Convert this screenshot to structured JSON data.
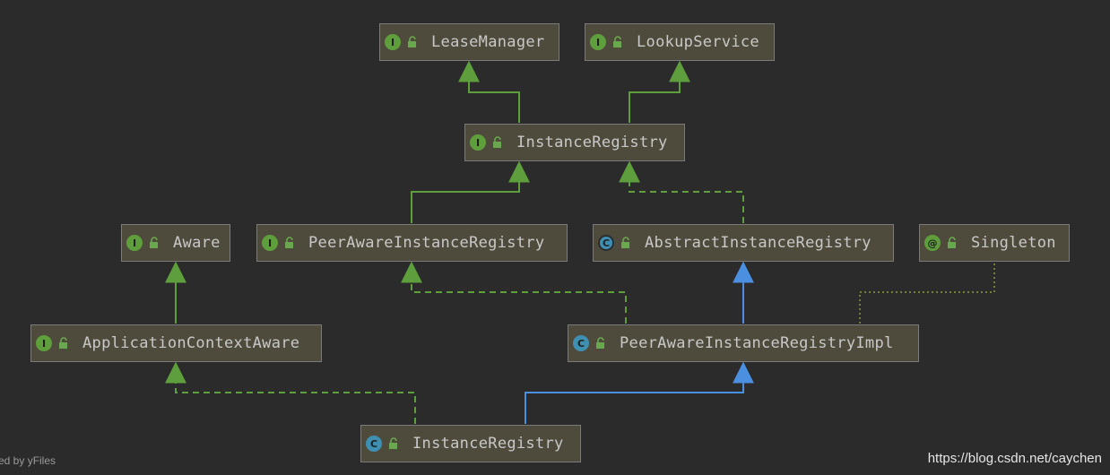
{
  "colors": {
    "background": "#2b2b2b",
    "node_fill": "#4f4b3c",
    "node_border": "#7a7a7a",
    "interface_edge": "#5e9e3c",
    "class_edge": "#4a8fe0",
    "annotation_edge": "#8a9a3a"
  },
  "nodes": {
    "lease_manager": {
      "label": "LeaseManager",
      "kind": "interface",
      "kind_glyph": "I"
    },
    "lookup_service": {
      "label": "LookupService",
      "kind": "interface",
      "kind_glyph": "I"
    },
    "instance_registry_iface": {
      "label": "InstanceRegistry",
      "kind": "interface",
      "kind_glyph": "I"
    },
    "aware": {
      "label": "Aware",
      "kind": "interface",
      "kind_glyph": "I"
    },
    "peer_aware_instance_registry": {
      "label": "PeerAwareInstanceRegistry",
      "kind": "interface",
      "kind_glyph": "I"
    },
    "abstract_instance_registry": {
      "label": "AbstractInstanceRegistry",
      "kind": "abstract-class",
      "kind_glyph": "C"
    },
    "singleton": {
      "label": "Singleton",
      "kind": "annotation",
      "kind_glyph": "@"
    },
    "application_context_aware": {
      "label": "ApplicationContextAware",
      "kind": "interface",
      "kind_glyph": "I"
    },
    "peer_aware_instance_registry_impl": {
      "label": "PeerAwareInstanceRegistryImpl",
      "kind": "class",
      "kind_glyph": "C"
    },
    "instance_registry_class": {
      "label": "InstanceRegistry",
      "kind": "class",
      "kind_glyph": "C"
    }
  },
  "edges": [
    {
      "from": "instance_registry_iface",
      "to": "lease_manager",
      "type": "extends-interface"
    },
    {
      "from": "instance_registry_iface",
      "to": "lookup_service",
      "type": "extends-interface"
    },
    {
      "from": "peer_aware_instance_registry",
      "to": "instance_registry_iface",
      "type": "extends-interface"
    },
    {
      "from": "abstract_instance_registry",
      "to": "instance_registry_iface",
      "type": "implements"
    },
    {
      "from": "application_context_aware",
      "to": "aware",
      "type": "extends-interface"
    },
    {
      "from": "peer_aware_instance_registry_impl",
      "to": "peer_aware_instance_registry",
      "type": "implements"
    },
    {
      "from": "peer_aware_instance_registry_impl",
      "to": "abstract_instance_registry",
      "type": "extends-class"
    },
    {
      "from": "peer_aware_instance_registry_impl",
      "to": "singleton",
      "type": "annotated-with"
    },
    {
      "from": "instance_registry_class",
      "to": "application_context_aware",
      "type": "implements"
    },
    {
      "from": "instance_registry_class",
      "to": "peer_aware_instance_registry_impl",
      "type": "extends-class"
    }
  ],
  "icons": {
    "interface": "interface-icon",
    "class": "class-icon",
    "abstract-class": "abstract-class-icon",
    "annotation": "annotation-icon",
    "visibility": "public-lock-icon"
  },
  "watermarks": {
    "left": "ed by yFiles",
    "right": "https://blog.csdn.net/caychen"
  }
}
